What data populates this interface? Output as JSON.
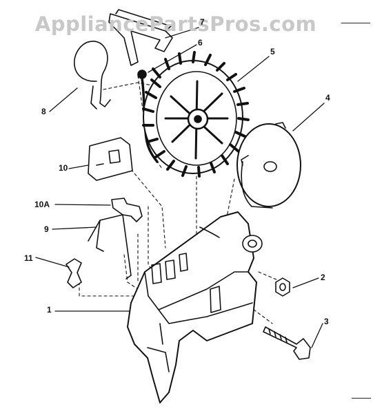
{
  "watermark": "AppliancePartsPros.com",
  "callouts": {
    "c1": "1",
    "c2": "2",
    "c3": "3",
    "c4": "4",
    "c5": "5",
    "c6": "6",
    "c7": "7",
    "c8": "8",
    "c9": "9",
    "c10": "10",
    "c10a": "10A",
    "c11": "11"
  }
}
